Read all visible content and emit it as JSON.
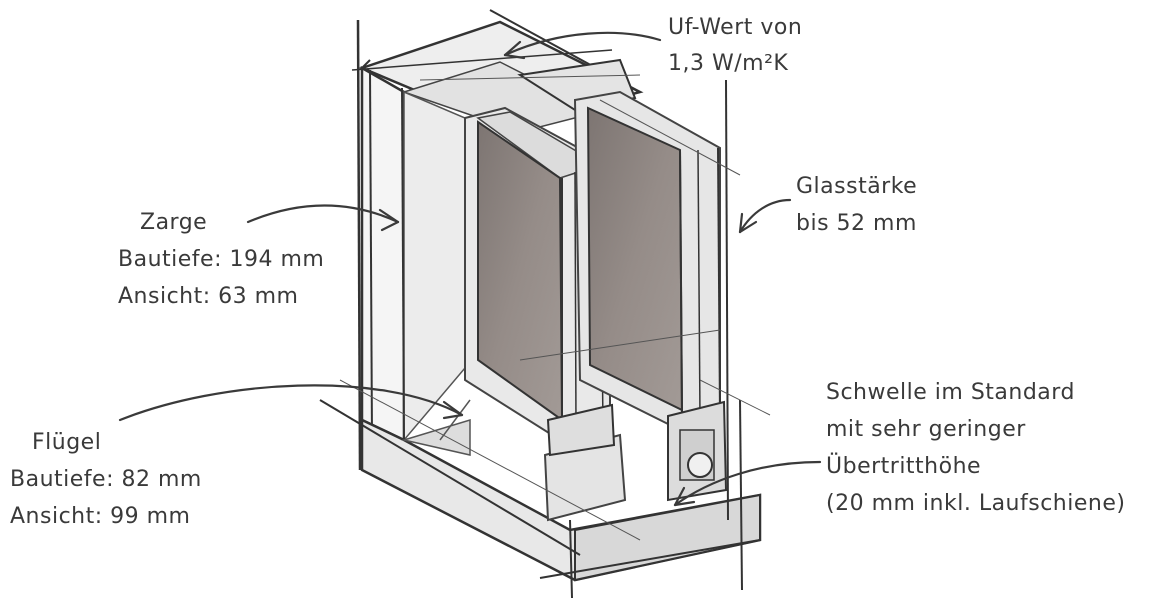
{
  "labels": {
    "uf_wert": {
      "line1": "Uf-Wert von",
      "line2": "1,3 W/m²K"
    },
    "glasstaerke": {
      "line1": "Glasstärke",
      "line2": "bis 52 mm"
    },
    "zarge": {
      "line1": "Zarge",
      "line2": "Bautiefe: 194 mm",
      "line3": "Ansicht: 63 mm"
    },
    "fluegel": {
      "line1": "Flügel",
      "line2": "Bautiefe: 82 mm",
      "line3": "Ansicht: 99 mm"
    },
    "schwelle": {
      "line1": "Schwelle im Standard",
      "line2": "mit sehr geringer",
      "line3": "Übertritthöhe",
      "line4": "(20 mm inkl. Laufschiene)"
    }
  },
  "colors": {
    "ink": "#3a3a3a",
    "glass": "#8f8682",
    "frame_shadow": "#d9d9d9",
    "frame_light": "#ededed"
  }
}
